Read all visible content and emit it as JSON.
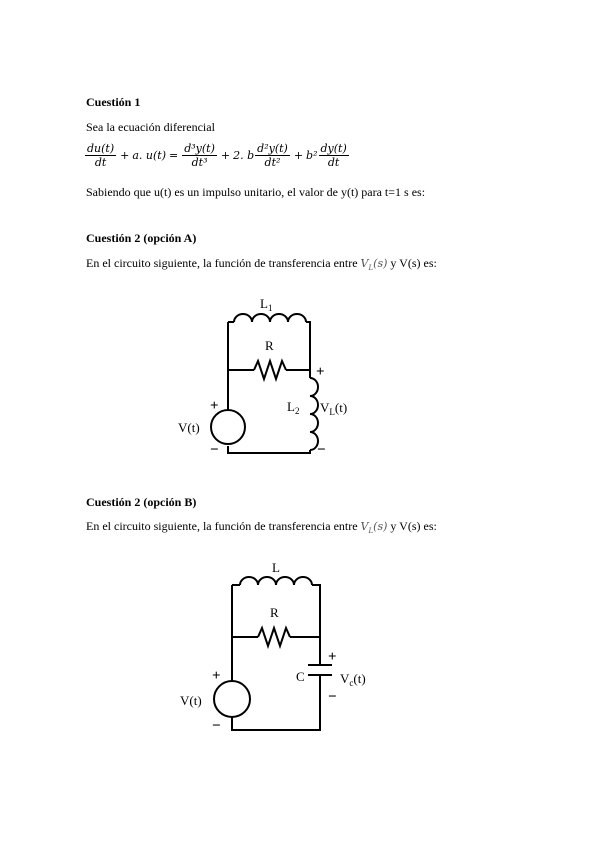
{
  "q1": {
    "title": "Cuestión 1",
    "intro": "Sea la ecuación diferencial",
    "eq": {
      "t1_num": "du(t)",
      "t1_den": "dt",
      "plus1": "+",
      "t2": "a. u(t)",
      "eqsign": "=",
      "t3_num": "d³y(t)",
      "t3_den": "dt³",
      "plus2": "+",
      "t4_coef": "2. b",
      "t4_num": "d²y(t)",
      "t4_den": "dt²",
      "plus3": "+",
      "t5_coef": "b²",
      "t5_num": "dy(t)",
      "t5_den": "dt"
    },
    "text": "Sabiendo que u(t) es un impulso unitario, el valor de y(t) para t=1 s es:"
  },
  "q2a": {
    "title": "Cuestión 2 (opción A)",
    "text_before": "En el circuito siguiente, la función de transferencia entre",
    "var": "V",
    "var_sub": "L",
    "var_arg": "(s)",
    "text_after": "y V(s)  es:",
    "circuit": {
      "L1": "L",
      "L1_sub": "1",
      "R": "R",
      "L2": "L",
      "L2_sub": "2",
      "VL": "V",
      "VL_sub": "L",
      "VL_arg": "(t)",
      "Vt": "V(t)",
      "plus": "+",
      "minus": "−"
    }
  },
  "q2b": {
    "title": "Cuestión 2 (opción B)",
    "text_before": "En el circuito siguiente, la función de transferencia entre",
    "var": "V",
    "var_sub": "L",
    "var_arg": "(s)",
    "text_after": "y V(s)  es:",
    "circuit": {
      "L": "L",
      "R": "R",
      "C": "C",
      "Vc": "V",
      "Vc_sub": "c",
      "Vc_arg": "(t)",
      "Vt": "V(t)",
      "plus": "+",
      "minus": "−"
    }
  }
}
